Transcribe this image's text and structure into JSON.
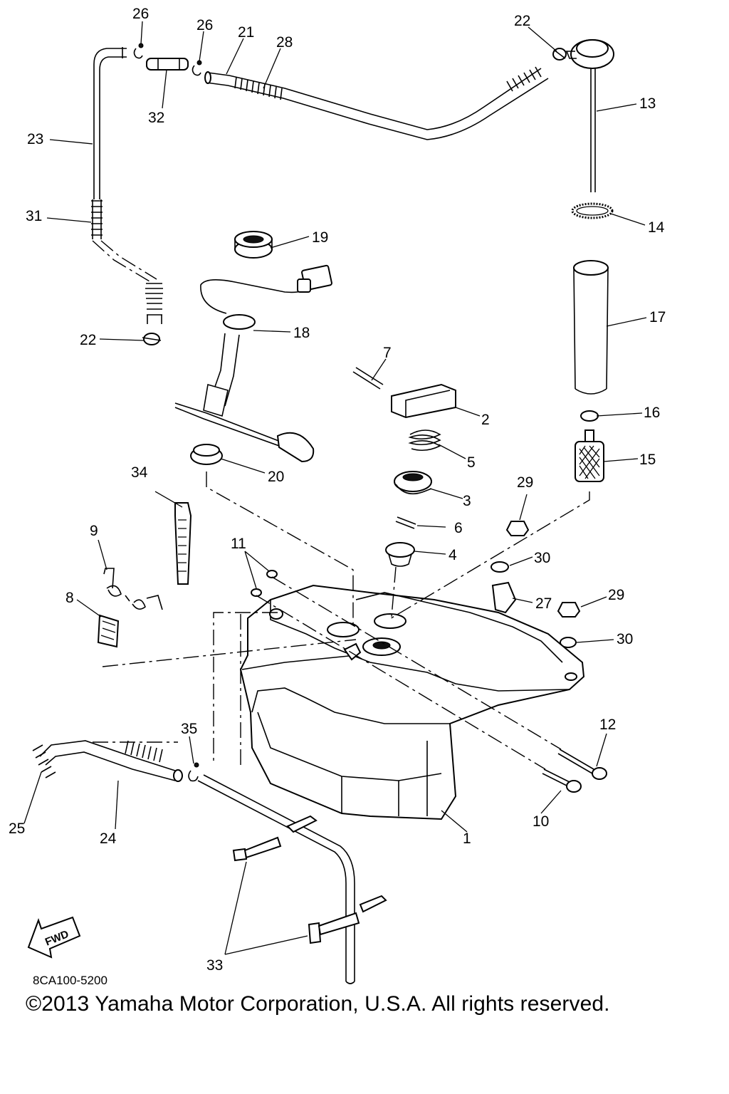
{
  "diagram": {
    "callouts": [
      "1",
      "2",
      "3",
      "4",
      "5",
      "6",
      "7",
      "8",
      "9",
      "10",
      "11",
      "12",
      "13",
      "14",
      "15",
      "16",
      "17",
      "18",
      "19",
      "20",
      "21",
      "22",
      "22",
      "23",
      "24",
      "25",
      "26",
      "26",
      "27",
      "28",
      "29",
      "29",
      "30",
      "30",
      "31",
      "32",
      "33",
      "34",
      "35"
    ],
    "fwd_label": "FWD",
    "code": "8CA100-5200"
  },
  "footer": {
    "copyright": "©2013 Yamaha Motor Corporation, U.S.A. All rights reserved."
  }
}
